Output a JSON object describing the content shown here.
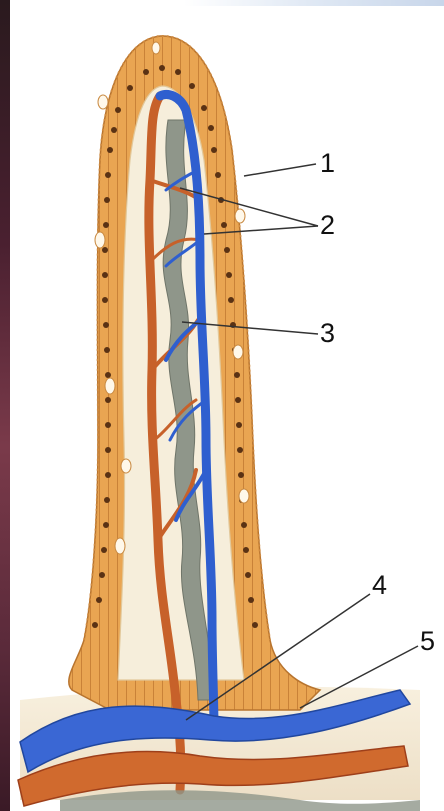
{
  "labels": [
    "1",
    "2",
    "3",
    "4",
    "5"
  ],
  "colors": {
    "epithelium": "#e7a24e",
    "epithelium_dark": "#c9843a",
    "stroma": "#f4ead2",
    "artery": "#c7612a",
    "artery_dark": "#9e3f1a",
    "vein": "#2f5fcf",
    "vein_light": "#5b86e3",
    "lacteal": "#8f968a",
    "leader": "#333333"
  }
}
